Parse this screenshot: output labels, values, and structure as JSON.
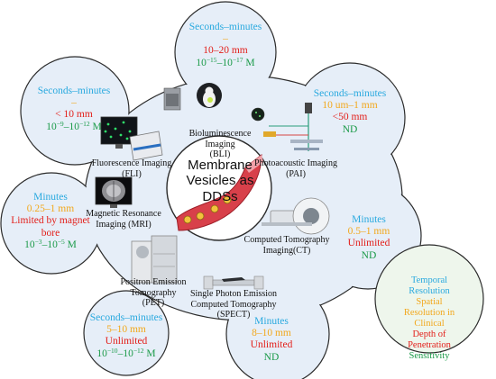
{
  "center": {
    "lines": [
      "Membrane",
      "Vesicles as",
      "DDSs"
    ]
  },
  "modalities": [
    {
      "id": "bli",
      "name": [
        "Bioluminescence",
        "Imaging",
        "(BLI)"
      ],
      "time": "Seconds–minutes",
      "dash": "–",
      "resolution": "",
      "depth": "10–20 mm",
      "sensitivity": {
        "base": "10",
        "e1": "−15",
        "mid": "–10",
        "e2": "−17",
        "unit": " M"
      }
    },
    {
      "id": "fli",
      "name": [
        "Fluorescence Imaging",
        "(FLI)"
      ],
      "time": "Seconds–minutes",
      "dash": "–",
      "resolution": "",
      "depth": "< 10 mm",
      "sensitivity": {
        "base": "10",
        "e1": "−9",
        "mid": "–10",
        "e2": "−12",
        "unit": " M"
      }
    },
    {
      "id": "pai",
      "name": [
        "Photoacoustic Imaging",
        "(PAI)"
      ],
      "time": "Seconds–minutes",
      "resolution": "10 um–1 mm",
      "depth": "<50 mm",
      "sensitivity_text": "ND"
    },
    {
      "id": "mri",
      "name": [
        "Magnetic Resonance",
        "Imaging (MRI)"
      ],
      "time": "Minutes",
      "resolution": "0.25–1 mm",
      "depth": "Limited by magnet bore",
      "sensitivity": {
        "base": "10",
        "e1": "−3",
        "mid": "–10",
        "e2": "−5",
        "unit": " M"
      }
    },
    {
      "id": "ct",
      "name": [
        "Computed Tomography",
        "Imaging(CT)"
      ],
      "time": "Minutes",
      "resolution": "0.5–1 mm",
      "depth": "Unlimited",
      "sensitivity_text": "ND"
    },
    {
      "id": "pet",
      "name": [
        "Positron Emission",
        "Tomography",
        "(PET)"
      ],
      "time": "Seconds–minutes",
      "resolution": "5–10 mm",
      "depth": "Unlimited",
      "sensitivity": {
        "base": "10",
        "e1": "−10",
        "mid": "–10",
        "e2": "−12",
        "unit": " M"
      }
    },
    {
      "id": "spect",
      "name": [
        "Single Photon Emission",
        "Computed Tomography",
        "(SPECT)"
      ],
      "time": "Minutes",
      "resolution": "8–10 mm",
      "depth": "Unlimited",
      "sensitivity_text": "ND"
    }
  ],
  "legend": {
    "temporal": "Temporal Resolution",
    "spatial": "Spatial Resolution in Clinical",
    "depth": "Depth of Penetration",
    "sensitivity": "Sensitivity"
  },
  "colors": {
    "background": "#e6eef8",
    "outline": "#2b2b2b",
    "legend_fill": "#eef6ec",
    "time": "#29a9df",
    "resolution": "#f2a81d",
    "depth": "#e3201b",
    "sensitivity": "#1a9a48"
  },
  "icons": [
    "mouse-imaging-box-icon",
    "fluorescence-monitor-icon",
    "laser-microscope-icon",
    "brain-scan-monitor-icon",
    "ct-scanner-icon",
    "pet-scanner-icon",
    "spect-bed-icon",
    "blood-vessel-vesicles-icon"
  ]
}
